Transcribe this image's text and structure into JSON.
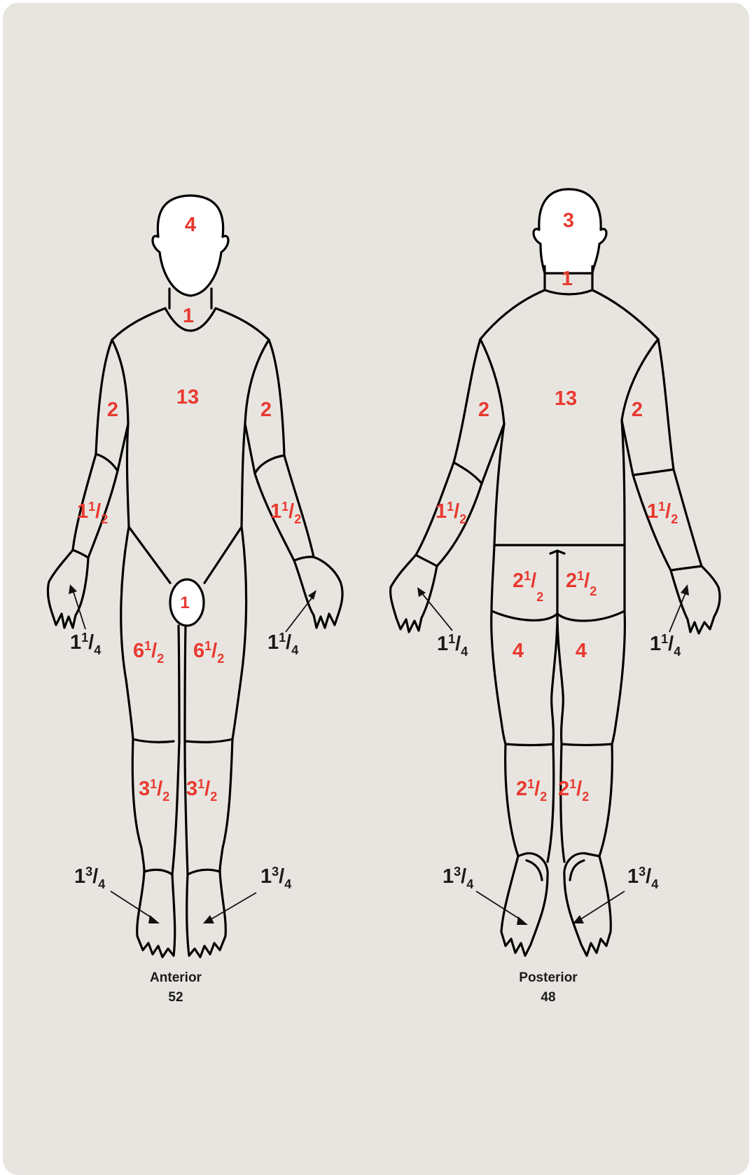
{
  "anterior": {
    "caption": "Anterior",
    "total": "52",
    "regions": {
      "head": "4",
      "neck": "1",
      "trunk": "13",
      "upper_arm_right": "2",
      "upper_arm_left": "2",
      "forearm_right": {
        "whole": "1",
        "num": "1",
        "den": "2"
      },
      "forearm_left": {
        "whole": "1",
        "num": "1",
        "den": "2"
      },
      "hand_right": {
        "whole": "1",
        "num": "1",
        "den": "4"
      },
      "hand_left": {
        "whole": "1",
        "num": "1",
        "den": "4"
      },
      "genitalia": "1",
      "thigh_right": {
        "whole": "6",
        "num": "1",
        "den": "2"
      },
      "thigh_left": {
        "whole": "6",
        "num": "1",
        "den": "2"
      },
      "leg_right": {
        "whole": "3",
        "num": "1",
        "den": "2"
      },
      "leg_left": {
        "whole": "3",
        "num": "1",
        "den": "2"
      },
      "foot_right": {
        "whole": "1",
        "num": "3",
        "den": "4"
      },
      "foot_left": {
        "whole": "1",
        "num": "3",
        "den": "4"
      }
    }
  },
  "posterior": {
    "caption": "Posterior",
    "total": "48",
    "regions": {
      "head": "3",
      "neck": "1",
      "trunk": "13",
      "upper_arm_left": "2",
      "upper_arm_right": "2",
      "forearm_left": {
        "whole": "1",
        "num": "1",
        "den": "2"
      },
      "forearm_right": {
        "whole": "1",
        "num": "1",
        "den": "2"
      },
      "hand_left": {
        "whole": "1",
        "num": "1",
        "den": "4"
      },
      "hand_right": {
        "whole": "1",
        "num": "1",
        "den": "4"
      },
      "buttock_left": {
        "whole": "2",
        "num": "1",
        "den": "2"
      },
      "buttock_right": {
        "whole": "2",
        "num": "1",
        "den": "2"
      },
      "thigh_left": "4",
      "thigh_right": "4",
      "leg_left": {
        "whole": "2",
        "num": "1",
        "den": "2"
      },
      "leg_right": {
        "whole": "2",
        "num": "1",
        "den": "2"
      },
      "foot_left": {
        "whole": "1",
        "num": "3",
        "den": "4"
      },
      "foot_right": {
        "whole": "1",
        "num": "3",
        "den": "4"
      }
    }
  },
  "colors": {
    "value_red": "#e8392f",
    "value_black": "#1a1a1a",
    "panel_bg": "#e8e5e0"
  }
}
